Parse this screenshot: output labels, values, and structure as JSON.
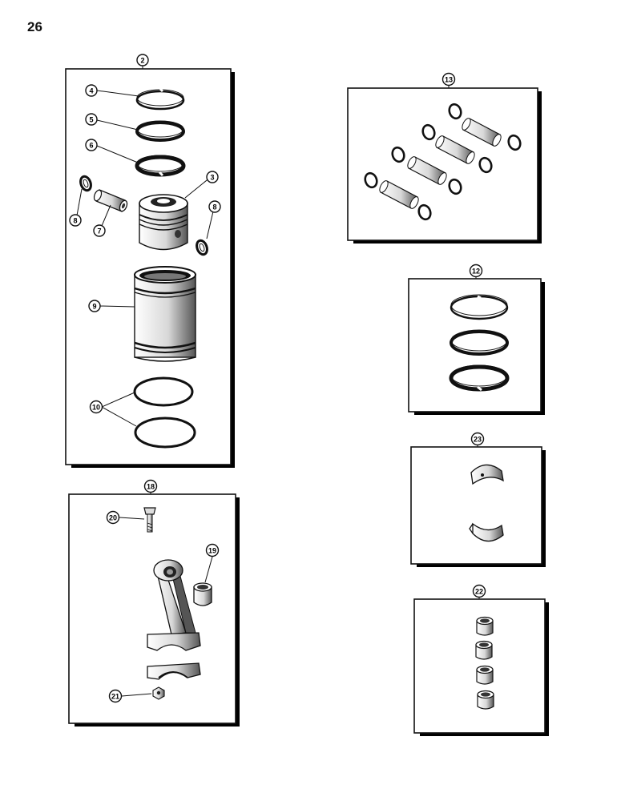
{
  "page_number": "26",
  "groups": [
    {
      "id": "kit-piston-sleeve",
      "label": "2"
    },
    {
      "id": "kit-piston-pins",
      "label": "13"
    },
    {
      "id": "kit-piston-rings",
      "label": "12"
    },
    {
      "id": "kit-connecting-rod",
      "label": "18"
    },
    {
      "id": "kit-rod-bearings",
      "label": "23"
    },
    {
      "id": "kit-bushings",
      "label": "22"
    }
  ],
  "callouts": {
    "c4": "4",
    "c5": "5",
    "c6": "6",
    "c3": "3",
    "c8a": "8",
    "c8b": "8",
    "c7": "7",
    "c9": "9",
    "c10": "10",
    "c20": "20",
    "c19": "19",
    "c21": "21"
  },
  "colors": {
    "ink": "#111111",
    "shadow": "#000000",
    "paper": "#ffffff"
  }
}
